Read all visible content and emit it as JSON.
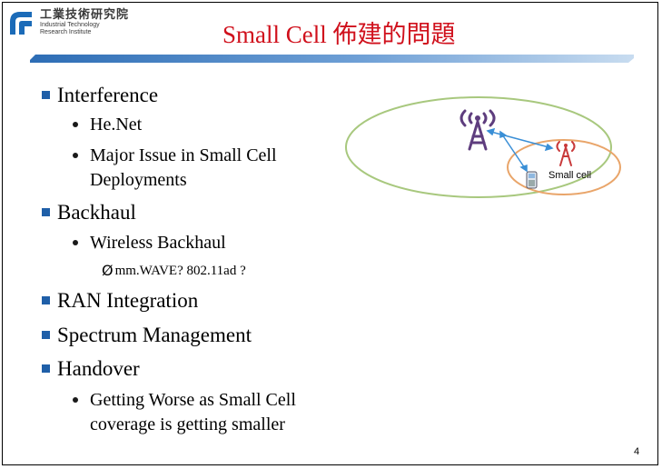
{
  "logo": {
    "name_cn": "工業技術研究院",
    "name_en_line1": "Industrial Technology",
    "name_en_line2": "Research Institute"
  },
  "title": "Small Cell 佈建的問題",
  "bullets": {
    "interference": "Interference",
    "henet": "He.Net",
    "major_issue_line1": "Major Issue in Small Cell",
    "major_issue_line2": "Deployments",
    "backhaul": "Backhaul",
    "wireless_backhaul": "Wireless Backhaul",
    "mmwave_marker": "Ø",
    "mmwave": "mm.WAVE? 802.11ad ?",
    "ran_integration": "RAN Integration",
    "spectrum_management": "Spectrum Management",
    "handover": "Handover",
    "getting_worse_line1": "Getting Worse as Small Cell",
    "getting_worse_line2": "coverage is getting smaller"
  },
  "diagram": {
    "small_cell_label": "Small cell",
    "macro_tower_icon": "radio-tower-icon",
    "small_tower_icon": "radio-tower-icon",
    "phone_icon": "mobile-phone-icon",
    "macro_ellipse_color": "#a8c87e",
    "small_ellipse_color": "#e9a56a",
    "macro_tower_color": "#5e3d7e",
    "small_tower_color": "#c8393a",
    "link_color": "#3a8fd6"
  },
  "page_number": "4",
  "colors": {
    "title": "#d0101c",
    "bullet_square": "#1f5fa8",
    "title_bar": "#2d6db5"
  }
}
